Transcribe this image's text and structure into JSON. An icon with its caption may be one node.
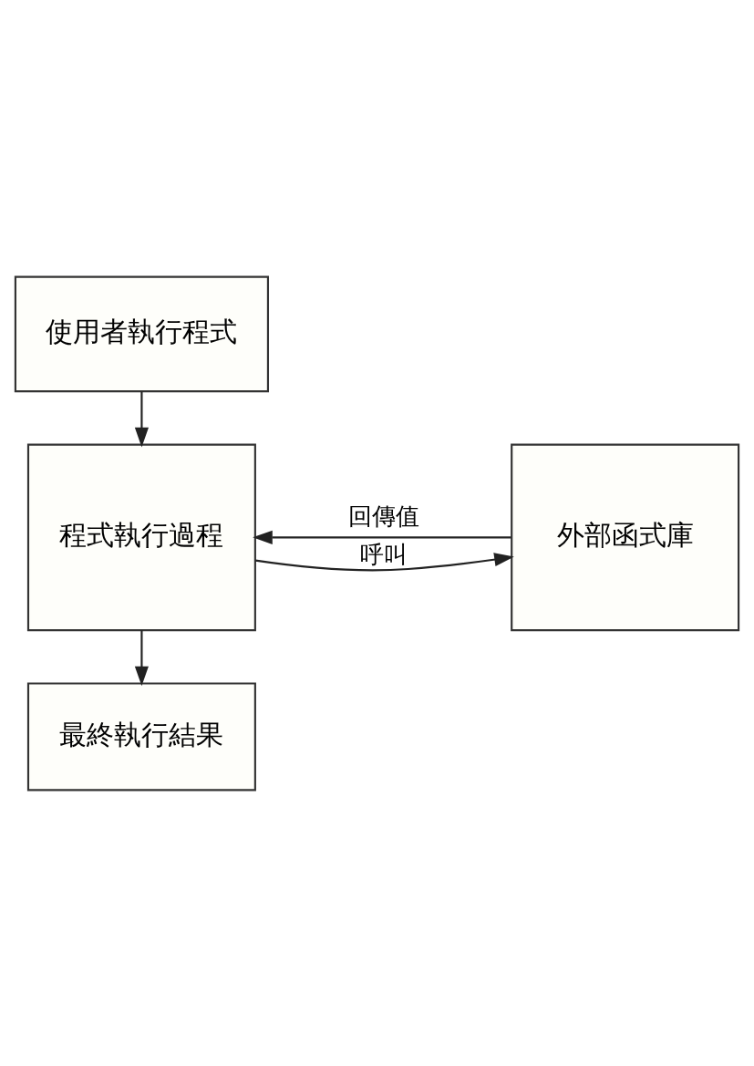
{
  "diagram": {
    "nodes": [
      {
        "text": [
          "使用者執行程式"
        ]
      },
      {
        "text": [
          "程式執行過程"
        ]
      },
      {
        "text": [
          "外部函式庫"
        ]
      },
      {
        "text": [
          "最終執行結果"
        ]
      }
    ],
    "edges": [
      {
        "from": 0,
        "to": 1,
        "arrow": "to"
      },
      {
        "from": 1,
        "to": 2,
        "arrow": "to",
        "label": "呼叫"
      },
      {
        "from": 2,
        "to": 1,
        "arrow": "to",
        "label": "回傳值"
      },
      {
        "from": 1,
        "to": 3,
        "arrow": "to"
      }
    ]
  }
}
